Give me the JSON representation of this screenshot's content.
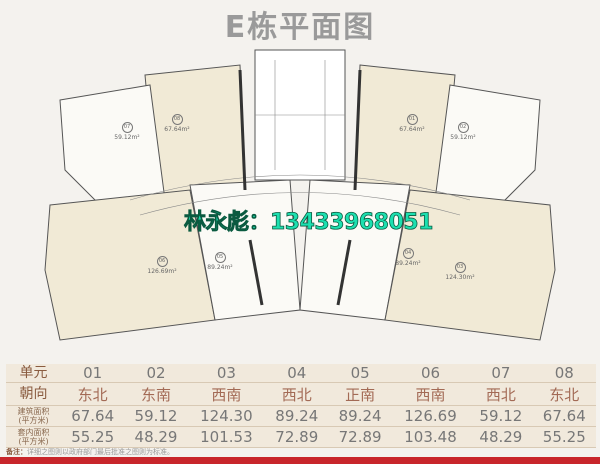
{
  "title": "E栋平面图",
  "contact": "林永彪：13433968051",
  "units_on_plan": [
    {
      "id": "07",
      "area": "59.12m²"
    },
    {
      "id": "08",
      "area": "67.64m²"
    },
    {
      "id": "01",
      "area": "67.64m²"
    },
    {
      "id": "02",
      "area": "59.12m²"
    },
    {
      "id": "06",
      "area": "126.69m²"
    },
    {
      "id": "05",
      "area": "89.24m²"
    },
    {
      "id": "04",
      "area": "89.24m²"
    },
    {
      "id": "03",
      "area": "124.30m²"
    }
  ],
  "table": {
    "header_label": "单元",
    "units": [
      "01",
      "02",
      "03",
      "04",
      "05",
      "06",
      "07",
      "08"
    ],
    "orientation_label": "朝向",
    "orientation": [
      "东北",
      "东南",
      "西南",
      "西北",
      "正南",
      "西南",
      "西北",
      "东北"
    ],
    "build_area_label": "建筑面积",
    "inner_area_label": "套内面积",
    "unit_label": "(平方米)",
    "build_area": [
      "67.64",
      "59.12",
      "124.30",
      "89.24",
      "89.24",
      "126.69",
      "59.12",
      "67.64"
    ],
    "inner_area": [
      "55.25",
      "48.29",
      "101.53",
      "72.89",
      "72.89",
      "103.48",
      "48.29",
      "55.25"
    ]
  },
  "note_label": "备注：",
  "note": "详细之图则以政府部门最后批准之图则为标准。",
  "colors": {
    "room": "#f1ead6",
    "accent": "#c8262b",
    "contact": "#1de0b0"
  }
}
